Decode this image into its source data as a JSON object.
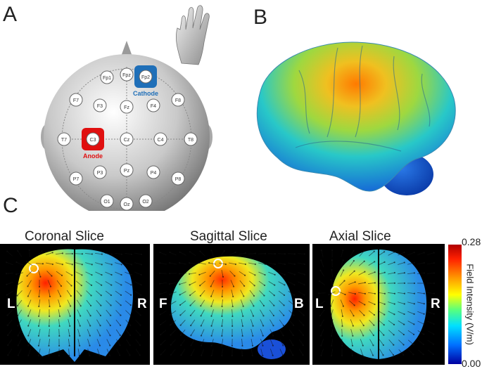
{
  "panels": {
    "a": "A",
    "b": "B",
    "c": "C"
  },
  "electrodes": {
    "Fp1": "Fp1",
    "Fpz": "Fpz",
    "Fp2": "Fp2",
    "F7": "F7",
    "F3": "F3",
    "Fz": "Fz",
    "F4": "F4",
    "F8": "F8",
    "T7": "T7",
    "C3": "C3",
    "Cz": "Cz",
    "C4": "C4",
    "T8": "T8",
    "P7": "P7",
    "P3": "P3",
    "Pz": "Pz",
    "P4": "P4",
    "P8": "P8",
    "O1": "O1",
    "Oz": "Oz",
    "O2": "O2"
  },
  "cathode_label": "Cathode",
  "anode_label": "Anode",
  "slices": {
    "coronal": {
      "title": "Coronal Slice",
      "left": "L",
      "right": "R"
    },
    "sagittal": {
      "title": "Sagittal Slice",
      "left": "F",
      "right": "B"
    },
    "axial": {
      "title": "Axial Slice",
      "left": "L",
      "right": "R"
    }
  },
  "colorbar": {
    "label": "Field Intensity (V/m)",
    "max": "0.28",
    "min": "0.00"
  },
  "colors": {
    "cathode": "#1f6fb8",
    "anode": "#e01010"
  }
}
